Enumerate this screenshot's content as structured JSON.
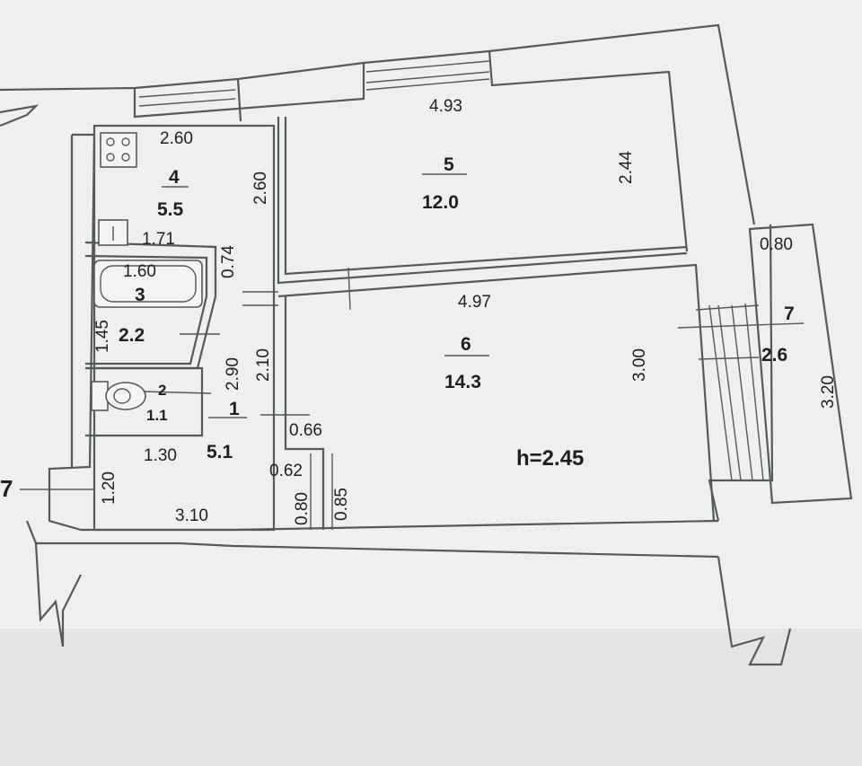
{
  "rooms": [
    {
      "number": "1",
      "area": "5.1"
    },
    {
      "number": "2",
      "area": "1.1"
    },
    {
      "number": "3",
      "area": "2.2"
    },
    {
      "number": "4",
      "area": "5.5"
    },
    {
      "number": "5",
      "area": "12.0"
    },
    {
      "number": "6",
      "area": "14.3"
    },
    {
      "number": "7",
      "area": "2.6"
    }
  ],
  "dimensions": {
    "d_4_93": "4.93",
    "d_2_60_a": "2.60",
    "d_2_60_b": "2.60",
    "d_2_44": "2.44",
    "d_1_71": "1.71",
    "d_0_74": "0.74",
    "d_1_60": "1.60",
    "d_4_97": "4.97",
    "d_1_45": "1.45",
    "d_2_90": "2.90",
    "d_2_10": "2.10",
    "d_3_00": "3.00",
    "d_0_80_balcony": "0.80",
    "d_3_20": "3.20",
    "d_0_66": "0.66",
    "d_1_30": "1.30",
    "d_0_62": "0.62",
    "d_1_20": "1.20",
    "d_3_10": "3.10",
    "d_0_80_door": "0.80",
    "d_0_85": "0.85"
  },
  "ceiling_height": "h=2.45",
  "margin_mark": "7"
}
